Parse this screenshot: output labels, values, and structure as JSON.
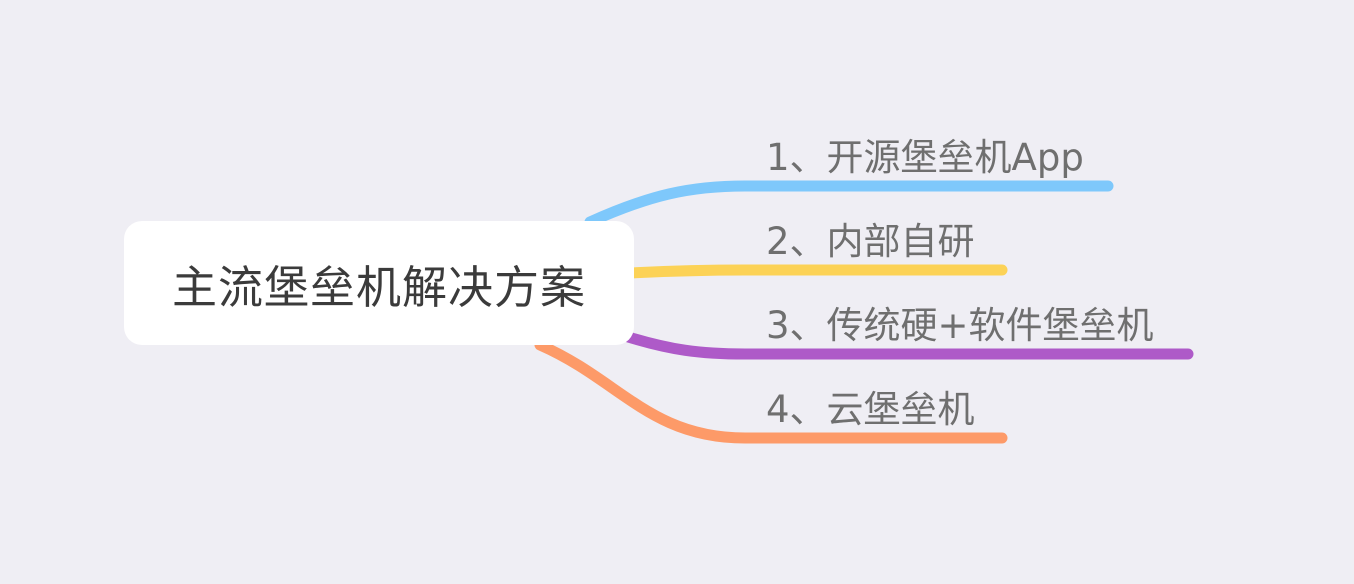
{
  "mindmap": {
    "root": {
      "label": "主流堡垒机解决方案"
    },
    "branches": [
      {
        "label": "1、开源堡垒机App",
        "color": "#7ec8fb"
      },
      {
        "label": "2、内部自研",
        "color": "#fcd256"
      },
      {
        "label": "3、传统硬+软件堡垒机",
        "color": "#ae5ac8"
      },
      {
        "label": "4、云堡垒机",
        "color": "#fd9a68"
      }
    ]
  }
}
